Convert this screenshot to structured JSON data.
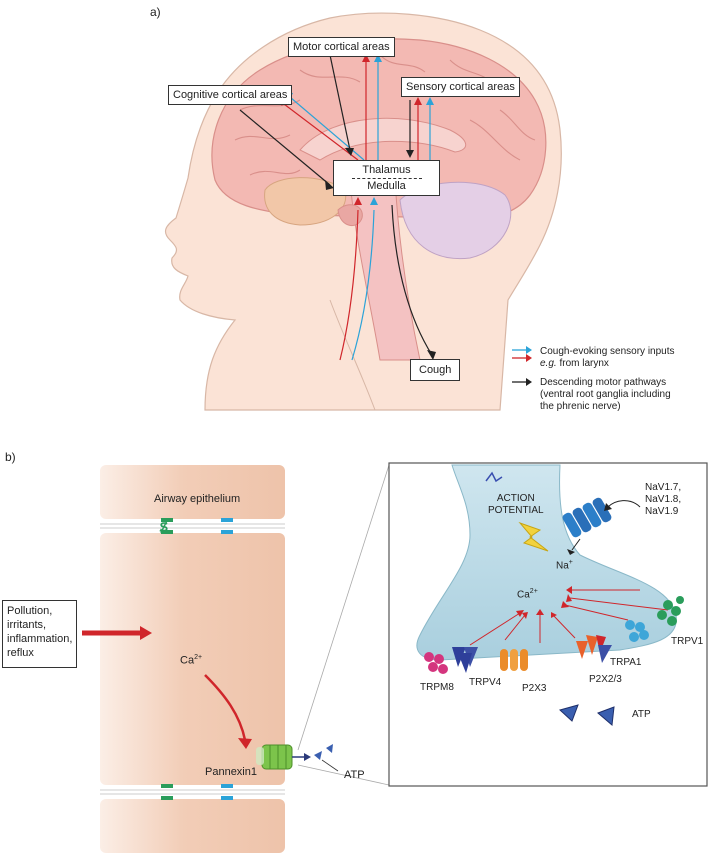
{
  "panel_a": {
    "letter": "a)",
    "boxes": {
      "motor": "Motor cortical areas",
      "cognitive": "Cognitive cortical areas",
      "sensory": "Sensory cortical areas",
      "thalamus": "Thalamus",
      "medulla": "Medulla",
      "cough": "Cough"
    },
    "legend": {
      "sensory_line1": "Cough-evoking sensory inputs",
      "sensory_line2_em": "e.g.",
      "sensory_line2_rest": " from larynx",
      "motor_line1": "Descending motor pathways",
      "motor_line2": "(ventral root ganglia including",
      "motor_line3": "the phrenic nerve)"
    },
    "colors": {
      "red": "#d0262b",
      "blue": "#2ba3d8",
      "black": "#222222"
    }
  },
  "panel_b": {
    "letter": "b)",
    "airway": "Airway epithelium",
    "stimuli": [
      "Pollution,",
      "irritants,",
      "inflammation,",
      "reflux"
    ],
    "ca_left": "Ca",
    "ca_sup": "2+",
    "pannexin": "Pannexin1",
    "atp_left": "ATP",
    "inset": {
      "action1": "ACTION",
      "action2": "POTENTIAL",
      "nav1": "NaV1.7,",
      "nav2": "NaV1.8,",
      "nav3": "NaV1.9",
      "na": "Na",
      "na_sup": "+",
      "ca": "Ca",
      "ca_sup": "2+",
      "channels": [
        "TRPV1",
        "TRPA1",
        "P2X2/3",
        "P2X3",
        "TRPV4",
        "TRPM8"
      ],
      "atp": "ATP"
    }
  }
}
